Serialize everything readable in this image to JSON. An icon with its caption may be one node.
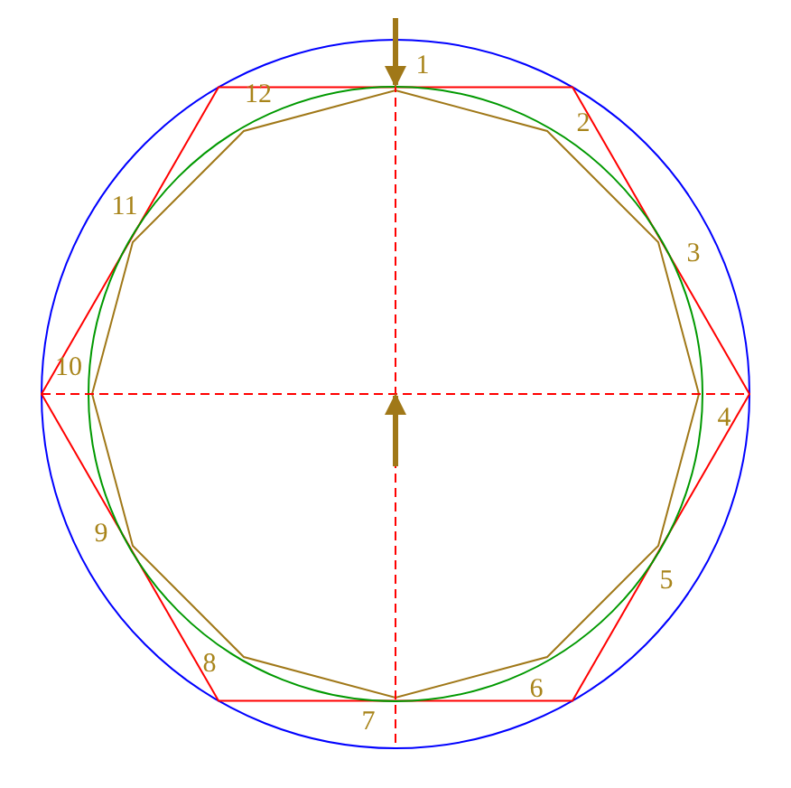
{
  "diagram": {
    "labels": [
      "1",
      "12",
      "2",
      "11",
      "3",
      "10",
      "4",
      "9",
      "5",
      "8",
      "6",
      "7"
    ]
  }
}
